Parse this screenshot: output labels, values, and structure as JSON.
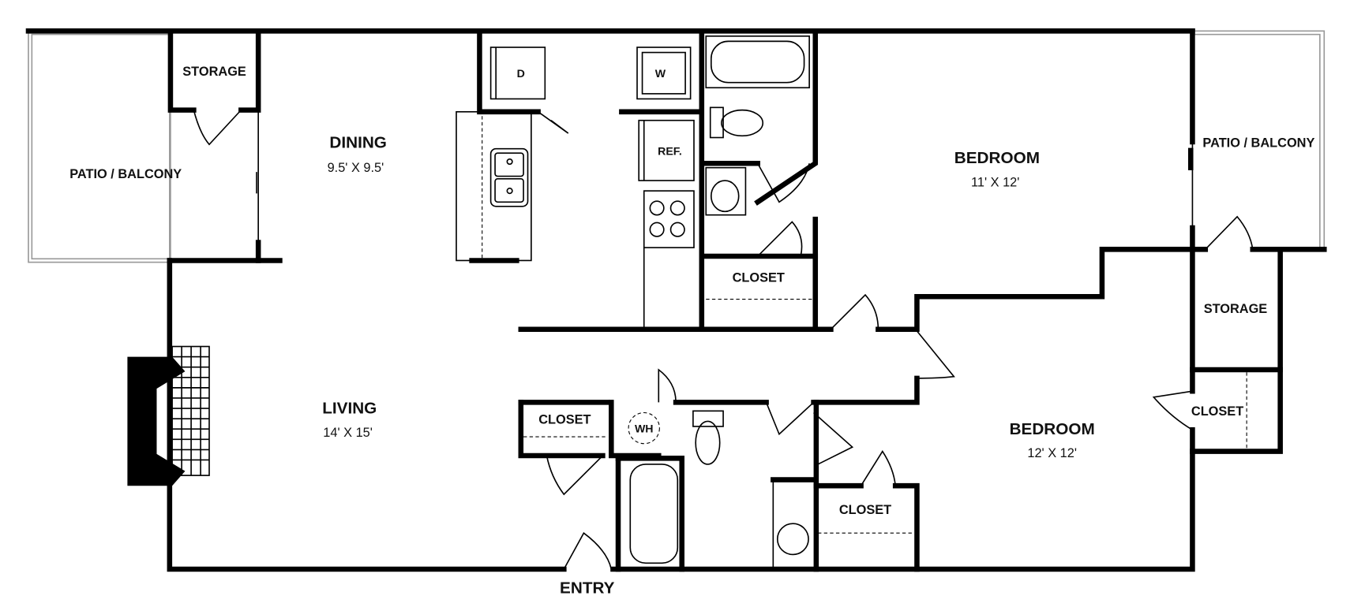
{
  "rooms": {
    "patio_left": "PATIO / BALCONY",
    "storage_left": "STORAGE",
    "dining": {
      "name": "DINING",
      "size": "9.5' X 9.5'"
    },
    "living": {
      "name": "LIVING",
      "size": "14' X 15'"
    },
    "bedroom1": {
      "name": "BEDROOM",
      "size": "11' X 12'"
    },
    "bedroom2": {
      "name": "BEDROOM",
      "size": "12' X 12'"
    },
    "patio_right": "PATIO / BALCONY",
    "storage_right": "STORAGE",
    "closet_bath1": "CLOSET",
    "closet_hall": "CLOSET",
    "closet_bed2": "CLOSET",
    "closet_right": "CLOSET",
    "entry": "ENTRY"
  },
  "appliances": {
    "dryer": "D",
    "washer": "W",
    "refrigerator": "REF.",
    "water_heater": "WH"
  }
}
